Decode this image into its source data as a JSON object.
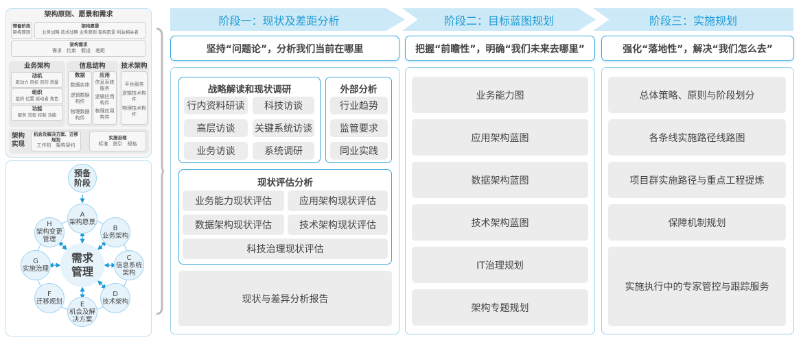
{
  "left_top": {
    "title": "架构原则、愿景和需求",
    "prep": {
      "title": "预备阶段",
      "text": "架构原则"
    },
    "vision": {
      "title": "架构愿景",
      "text": "业务战略 技术战略 业务原则 架构愿景 利益相关者"
    },
    "req": {
      "title": "架构需求",
      "text": "需求　约束　假设　差距"
    },
    "biz": {
      "title": "业务架构",
      "items": [
        {
          "t": "动机",
          "d": "驱动力 目标 目的 测量"
        },
        {
          "t": "组织",
          "d": "组织 位置 驱动者 角色"
        },
        {
          "t": "功能",
          "d": "服务 流程 控制 功能"
        }
      ]
    },
    "info": {
      "title": "信息结构",
      "data": {
        "t": "数据",
        "items": [
          "数据实体",
          "逻辑数据构件",
          "物理数据构件"
        ]
      },
      "app": {
        "t": "应用",
        "items": [
          "信息系统服务",
          "逻辑应用构件",
          "物理应用构件"
        ]
      }
    },
    "tech": {
      "title": "技术架构",
      "items": [
        "平台服务",
        "逻辑技术构件",
        "物理技术构件"
      ]
    },
    "impl": {
      "title": "架构实现",
      "opp": {
        "t": "机会及解决方案、迁移规划",
        "d": "工作包　架构契约"
      },
      "gov": {
        "t": "实施治理",
        "d": "标准　指引　规格"
      }
    }
  },
  "cycle": {
    "center": "需求管理",
    "prep": "预备阶段",
    "nodes": [
      {
        "letter": "A",
        "label": "架构愿景"
      },
      {
        "letter": "B",
        "label": "业务架构"
      },
      {
        "letter": "C",
        "label": "信息系统架构"
      },
      {
        "letter": "D",
        "label": "技术架构"
      },
      {
        "letter": "E",
        "label": "机会及解决方案"
      },
      {
        "letter": "F",
        "label": "迁移规划"
      },
      {
        "letter": "G",
        "label": "实施治理"
      },
      {
        "letter": "H",
        "label": "架构变更管理"
      }
    ]
  },
  "stages": [
    {
      "title": "阶段一：现状及差距分析",
      "subtitle": "坚持“问题论”，分析我们当前在哪里"
    },
    {
      "title": "阶段二：目标蓝图规划",
      "subtitle": "把握“前瞻性”，明确“我们未来去哪里”"
    },
    {
      "title": "阶段三：实施规划",
      "subtitle": "强化“落地性”，解决“我们怎么去”"
    }
  ],
  "stage1": {
    "strategy": {
      "title": "战略解读和现状调研",
      "items": [
        "行内资料研读",
        "科技访谈",
        "高层访谈",
        "关键系统访谈",
        "业务访谈",
        "系统调研"
      ]
    },
    "external": {
      "title": "外部分析",
      "items": [
        "行业趋势",
        "监管要求",
        "同业实践"
      ]
    },
    "assess": {
      "title": "现状评估分析",
      "items": [
        "业务能力现状评估",
        "应用架构现状评估",
        "数据架构现状评估",
        "技术架构现状评估",
        "科技治理现状评估"
      ]
    },
    "report": "现状与差异分析报告"
  },
  "stage2": {
    "items": [
      "业务能力图",
      "应用架构蓝图",
      "数据架构蓝图",
      "技术架构蓝图",
      "IT治理规划",
      "架构专题规划"
    ]
  },
  "stage3": {
    "items": [
      "总体策略、原则与阶段划分",
      "各条线实施路径线路图",
      "项目群实施路径与重点工程提炼",
      "保障机制规划",
      "实施执行中的专家管控与跟踪服务"
    ]
  }
}
